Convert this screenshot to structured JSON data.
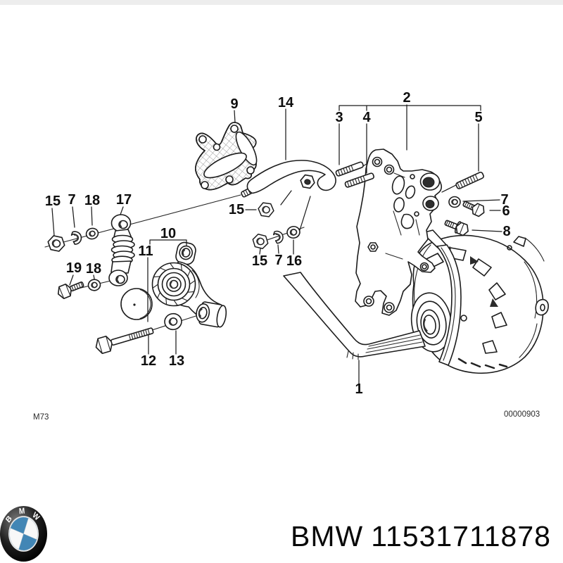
{
  "page": {
    "background": "#ffffff"
  },
  "diagram": {
    "type": "exploded-parts-drawing",
    "drawing_code": "M73",
    "image_number": "00000903",
    "callouts": [
      "1",
      "2",
      "3",
      "4",
      "5",
      "6",
      "7",
      "8",
      "9",
      "10",
      "11",
      "12",
      "13",
      "14",
      "15",
      "7",
      "18",
      "17",
      "19",
      "18",
      "15",
      "15",
      "7",
      "16"
    ]
  },
  "footer": {
    "brand": "BMW",
    "part_number": "11531711878",
    "roundel_letters": [
      "B",
      "M",
      "W"
    ],
    "colors": {
      "roundel_blue": "#4286b5",
      "ink": "#1c1c1c"
    }
  }
}
